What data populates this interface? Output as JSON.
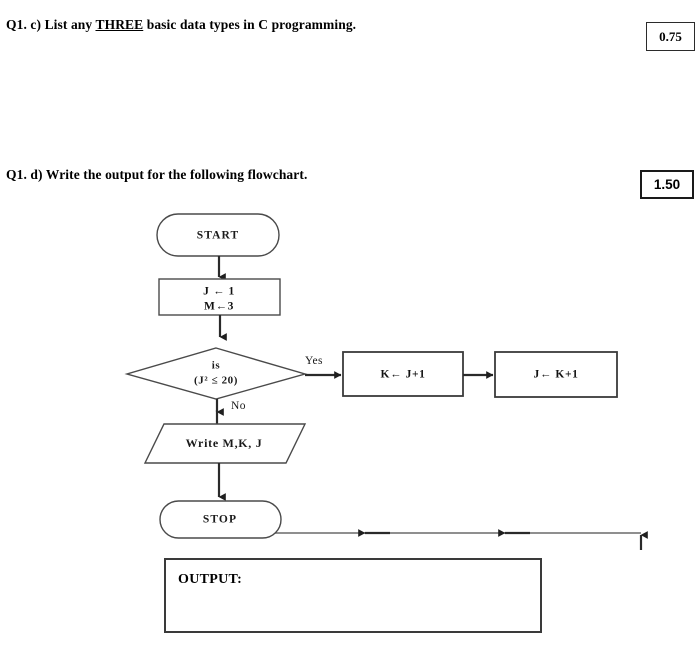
{
  "paper": {
    "questions": [
      {
        "id": "q1c",
        "prefix": "Q1. c)  List any ",
        "emphasis": "THREE",
        "suffix": "  basic data types in C programming.",
        "marks": "0.75"
      },
      {
        "id": "q1d",
        "text": "Q1. d) Write the output  for the following flowchart.",
        "marks": "1.50"
      }
    ]
  },
  "flowchart": {
    "nodes": {
      "start": {
        "label": "START",
        "type": "terminator"
      },
      "init": {
        "line1": "J ← 1",
        "line2": "M←3",
        "type": "process"
      },
      "decision": {
        "line1": "is",
        "line2": "(J² ≤  20)",
        "type": "decision"
      },
      "process_k": {
        "label": "K← J+1",
        "type": "process"
      },
      "process_j": {
        "label": "J← K+1",
        "type": "process"
      },
      "write": {
        "label": "Write M,K, J",
        "type": "input-output"
      },
      "stop": {
        "label": "STOP",
        "type": "terminator"
      }
    },
    "branches": {
      "yes": "Yes",
      "no": "No"
    }
  },
  "answer": {
    "output_label": "OUTPUT:",
    "output_value": ""
  }
}
